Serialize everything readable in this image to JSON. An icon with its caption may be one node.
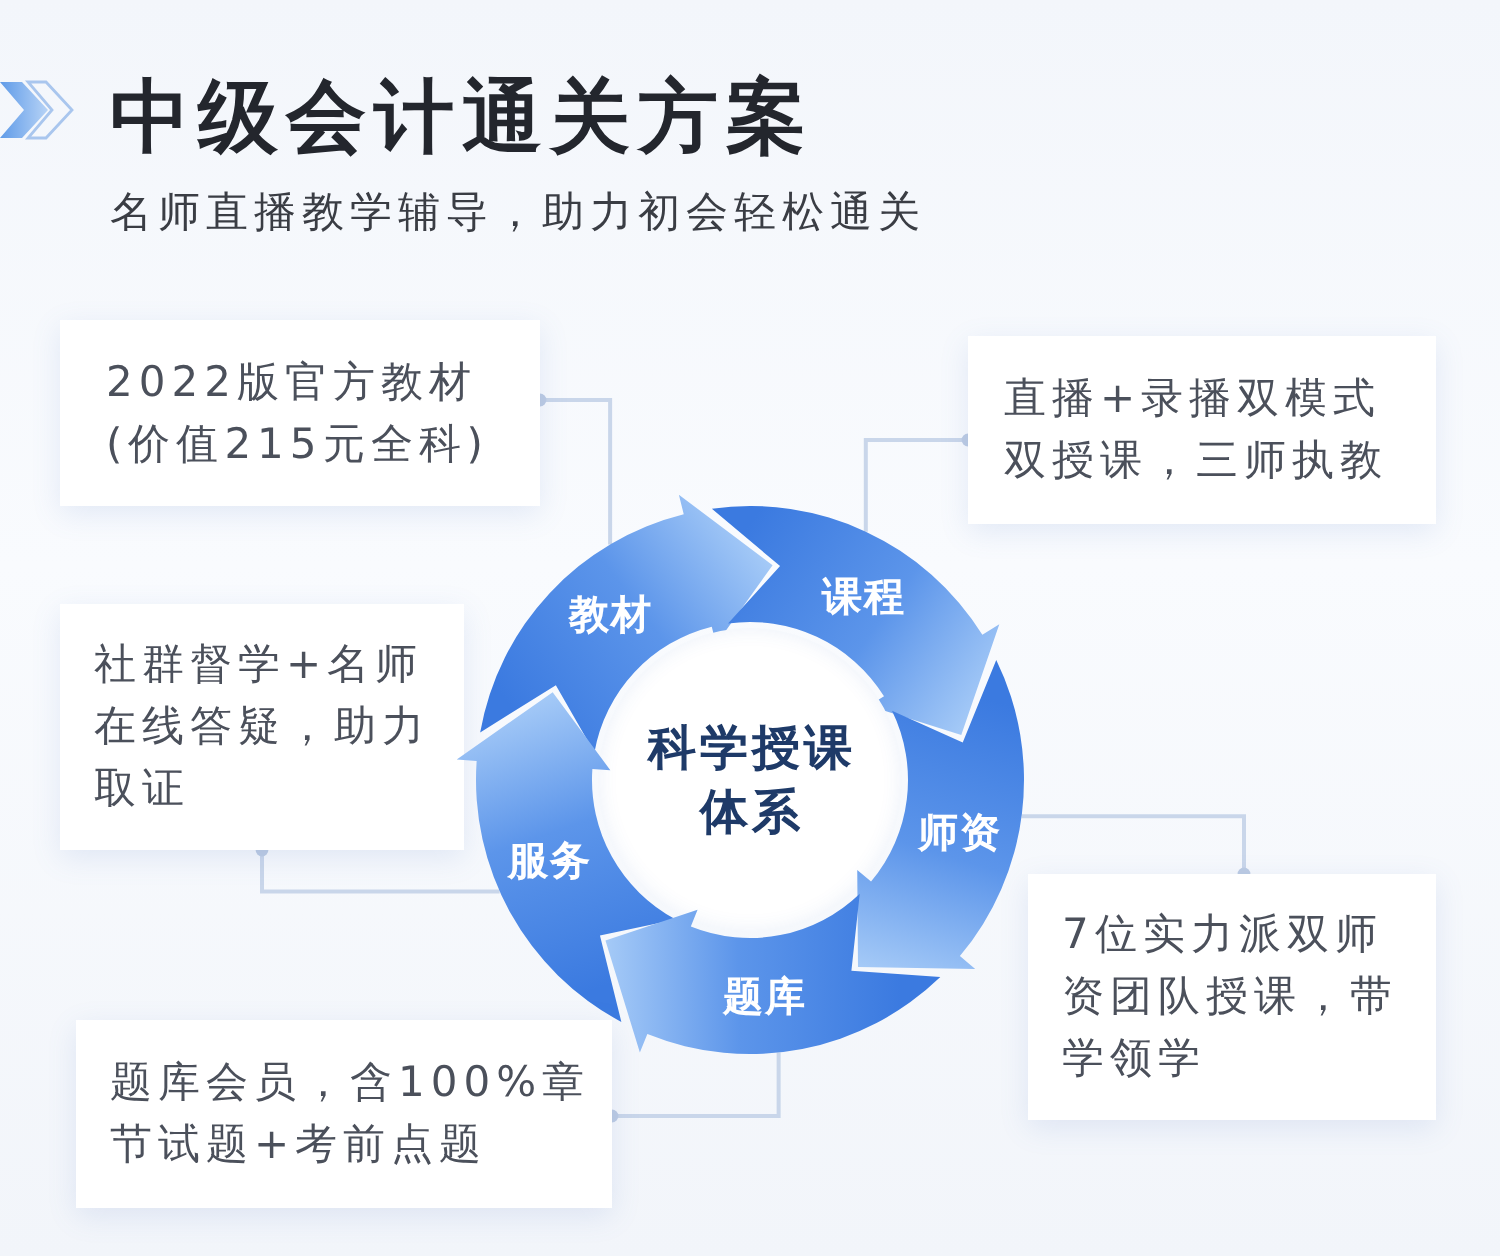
{
  "diagram": {
    "title": "中级会计通关方案",
    "nodes": [
      {
        "text": [
          "2022版官方教材(价值215元全科)"
        ]
      },
      {
        "text": [
          "直播+录播双模式双授课，三师执教"
        ]
      },
      {
        "text": [
          "社群督学+名师在线答疑，助力取证"
        ]
      },
      {
        "text": [
          "教材"
        ]
      },
      {
        "text": [
          "课程"
        ]
      },
      {
        "text": [
          "科学授课体系"
        ]
      },
      {
        "text": [
          "服务"
        ]
      },
      {
        "text": [
          "师资"
        ]
      },
      {
        "text": [
          "7位实力派双师资团队授课，带学领学"
        ]
      },
      {
        "text": [
          "题库"
        ]
      },
      {
        "text": [
          "题库会员，含100%章节试题+考前点题"
        ]
      }
    ],
    "edges": [
      {
        "from": 0,
        "to": 3,
        "arrow": "other"
      },
      {
        "from": 1,
        "to": 4,
        "arrow": "other"
      },
      {
        "from": 2,
        "to": 6,
        "arrow": "other"
      },
      {
        "from": 8,
        "to": 7,
        "arrow": "other"
      },
      {
        "from": 10,
        "to": 9,
        "arrow": "other"
      }
    ],
    "labels": [
      "名师直播教学辅导，助力初会轻松通关"
    ]
  }
}
